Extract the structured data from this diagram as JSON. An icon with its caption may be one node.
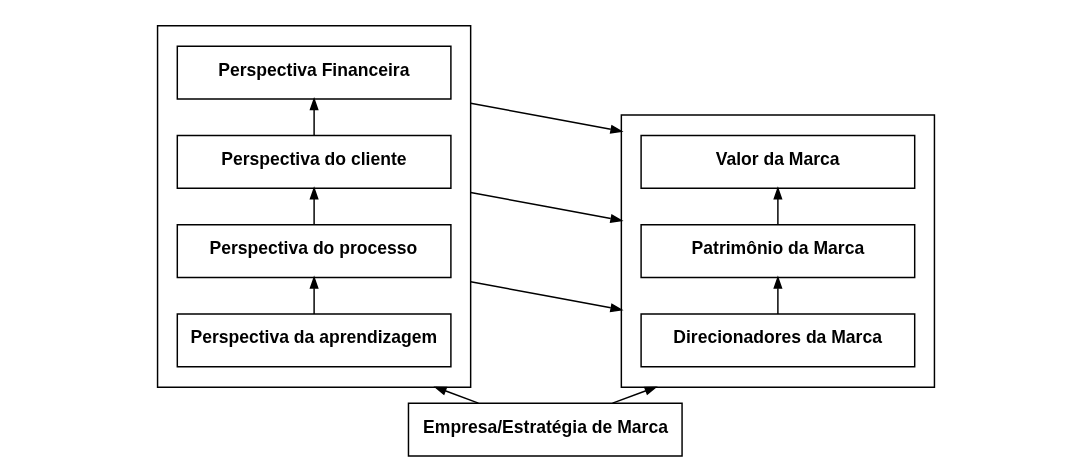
{
  "diagram": {
    "nodes": [
      {
        "text": [],
        "shape": "box"
      },
      {
        "text": [
          "Perspectiva Financeira"
        ],
        "in": 0
      },
      {
        "text": [
          "Perspectiva do cliente"
        ],
        "in": 0
      },
      {
        "text": [
          "Perspectiva do processo"
        ],
        "in": 0
      },
      {
        "text": [
          "Perspectiva da aprendizagem"
        ],
        "in": 0
      },
      {
        "text": [],
        "shape": "box"
      },
      {
        "text": [
          "Valor da Marca"
        ],
        "in": 5
      },
      {
        "text": [
          "Patrimônio da Marca"
        ],
        "in": 5
      },
      {
        "text": [
          "Direcionadores da Marca"
        ],
        "in": 5
      },
      {
        "text": [
          "Empresa/Estratégia de Marca"
        ]
      }
    ],
    "edges": [
      {
        "from": 4,
        "to": 3,
        "arrow": "to"
      },
      {
        "from": 3,
        "to": 2,
        "arrow": "to"
      },
      {
        "from": 2,
        "to": 1,
        "arrow": "to"
      },
      {
        "from": 0,
        "to": 5,
        "arrow": "to"
      },
      {
        "from": 0,
        "to": 5,
        "arrow": "to"
      },
      {
        "from": 0,
        "to": 5,
        "arrow": "to"
      },
      {
        "from": 8,
        "to": 7,
        "arrow": "to"
      },
      {
        "from": 7,
        "to": 6,
        "arrow": "to"
      },
      {
        "from": 9,
        "to": 0,
        "arrow": "to"
      },
      {
        "from": 9,
        "to": 5,
        "arrow": "to"
      }
    ]
  }
}
